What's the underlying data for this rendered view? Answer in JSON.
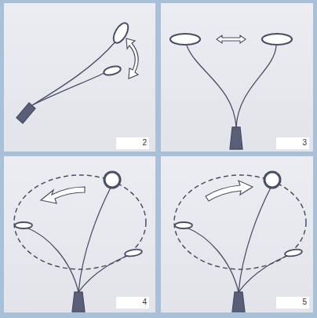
{
  "diagram": {
    "labels": [
      "2",
      "3",
      "4",
      "5"
    ]
  }
}
